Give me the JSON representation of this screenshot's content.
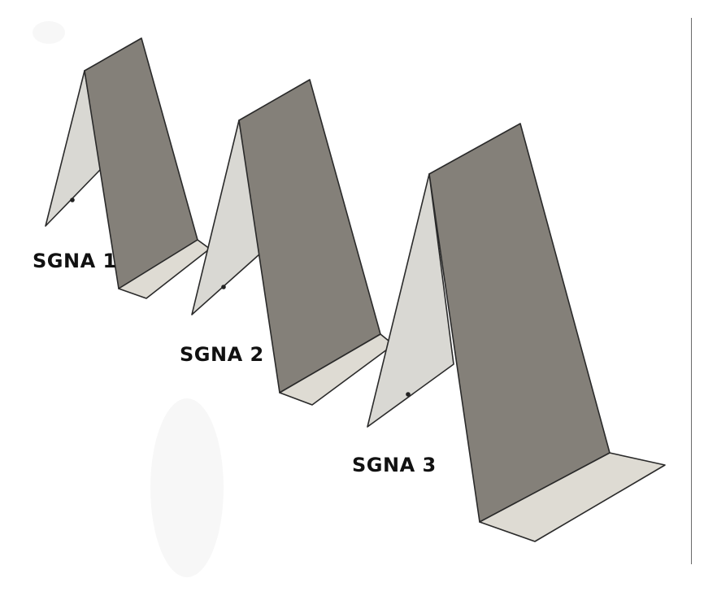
{
  "stands": [
    {
      "label": "SGNA 1"
    },
    {
      "label": "SGNA 2"
    },
    {
      "label": "SGNA 3"
    }
  ],
  "colors": {
    "back_panel": "#848079",
    "back_panel_edge": "#2a2a2a",
    "front_panel": "#d9d8d3",
    "base_panel": "#dedbd3",
    "divider": "#6a6a6a",
    "label_text": "#111111"
  }
}
